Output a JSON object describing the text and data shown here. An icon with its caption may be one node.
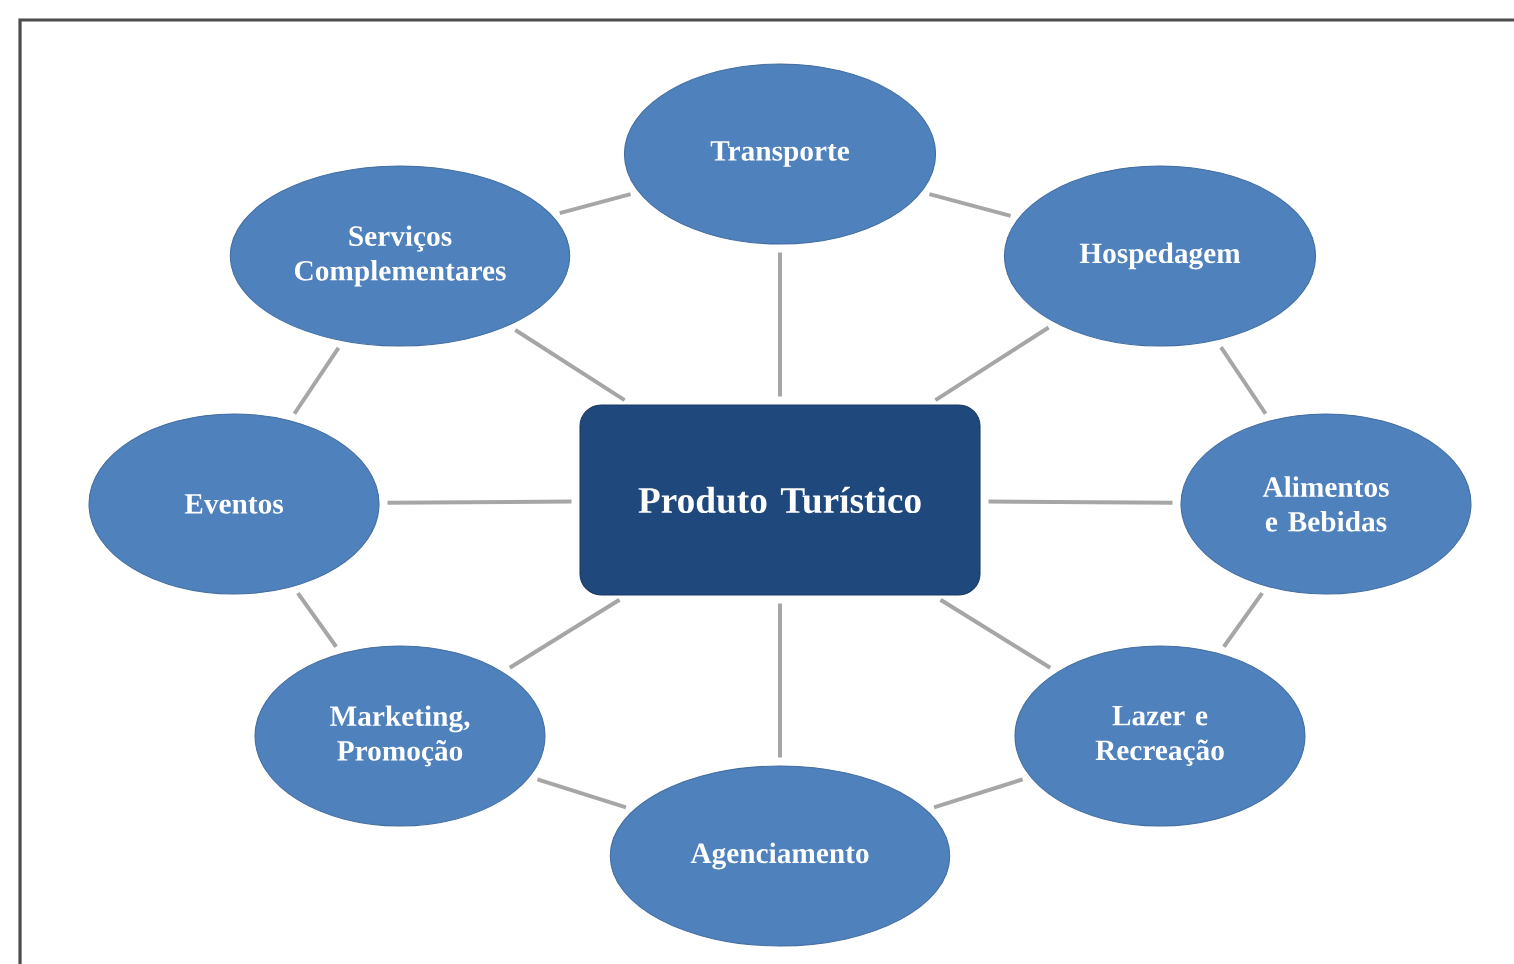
{
  "diagram": {
    "nodes": [
      {
        "text": [
          "Produto Turístico"
        ]
      },
      {
        "text": [
          "Transporte"
        ]
      },
      {
        "text": [
          "Hospedagem"
        ]
      },
      {
        "text": [
          "Alimentos e Bebidas"
        ]
      },
      {
        "text": [
          "Lazer e Recreação"
        ]
      },
      {
        "text": [
          "Agenciamento"
        ]
      },
      {
        "text": [
          "Marketing, Promoção"
        ]
      },
      {
        "text": [
          "Eventos"
        ]
      },
      {
        "text": [
          "Serviços Complementares"
        ]
      }
    ],
    "edges": [
      {
        "from": 0,
        "to": 1,
        "arrow": "none"
      },
      {
        "from": 0,
        "to": 2,
        "arrow": "none"
      },
      {
        "from": 0,
        "to": 3,
        "arrow": "none"
      },
      {
        "from": 0,
        "to": 4,
        "arrow": "none"
      },
      {
        "from": 0,
        "to": 5,
        "arrow": "none"
      },
      {
        "from": 0,
        "to": 6,
        "arrow": "none"
      },
      {
        "from": 0,
        "to": 7,
        "arrow": "none"
      },
      {
        "from": 0,
        "to": 8,
        "arrow": "none"
      },
      {
        "from": 1,
        "to": 2,
        "arrow": "none"
      },
      {
        "from": 2,
        "to": 3,
        "arrow": "none"
      },
      {
        "from": 3,
        "to": 4,
        "arrow": "none"
      },
      {
        "from": 4,
        "to": 5,
        "arrow": "none"
      },
      {
        "from": 5,
        "to": 6,
        "arrow": "none"
      },
      {
        "from": 6,
        "to": 7,
        "arrow": "none"
      },
      {
        "from": 7,
        "to": 8,
        "arrow": "none"
      },
      {
        "from": 8,
        "to": 1,
        "arrow": "none"
      }
    ]
  }
}
